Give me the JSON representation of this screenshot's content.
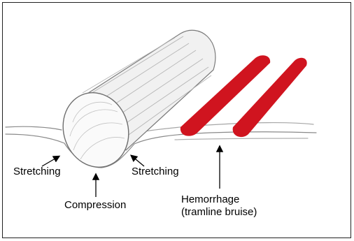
{
  "labels": {
    "stretching_left": "Stretching",
    "stretching_right": "Stretching",
    "compression": "Compression",
    "hemorrhage_line1": "Hemorrhage",
    "hemorrhage_line2": "(tramline bruise)"
  },
  "colors": {
    "bruise": "#d0141f",
    "pencil": "#7a7a7a",
    "arrow": "#000000"
  }
}
